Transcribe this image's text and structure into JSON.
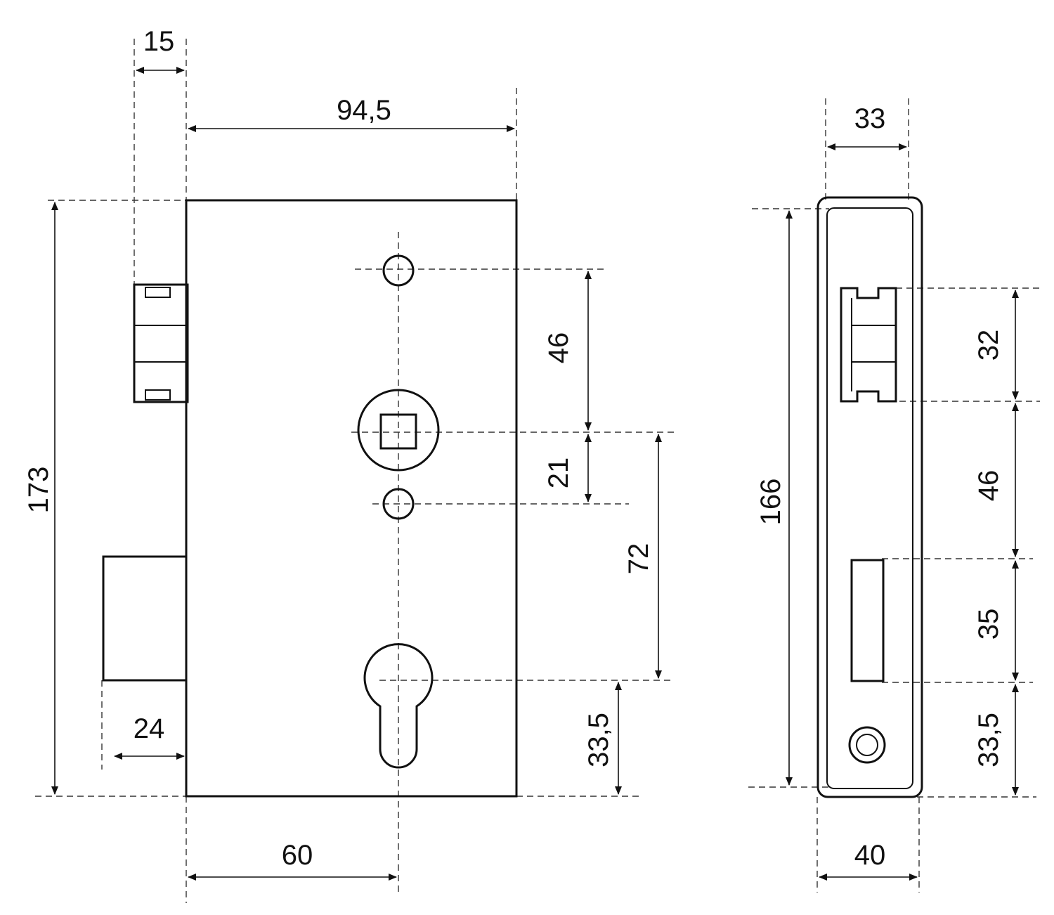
{
  "dimensions": {
    "front": {
      "latch_width": "15",
      "case_depth": "94,5",
      "height": "173",
      "spindle_to_top_hole": "46",
      "spindle_to_bottom_hole": "21",
      "spindle_to_cylinder": "72",
      "cylinder_to_bottom": "33,5",
      "bolt_throw": "24",
      "backset": "60"
    },
    "side": {
      "width_top": "33",
      "height": "166",
      "latch_height": "32",
      "latch_to_bolt": "46",
      "bolt_height": "35",
      "bolt_to_bottom": "33,5",
      "width_bottom": "40"
    }
  }
}
